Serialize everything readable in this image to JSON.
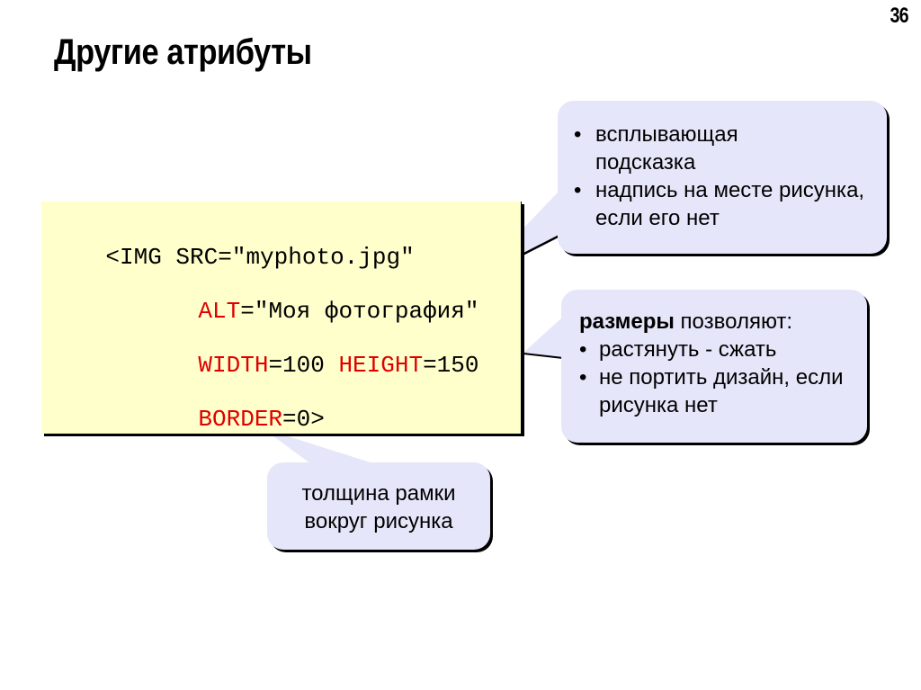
{
  "slide": {
    "number": "36",
    "title": "Другие атрибуты"
  },
  "code": {
    "line1": {
      "text": "<IMG SRC=\"myphoto.jpg\""
    },
    "line2": {
      "attr": "ALT",
      "rest": "=\"Моя фотография\""
    },
    "line3": {
      "attr1": "WIDTH",
      "rest1": "=100 ",
      "attr2": "HEIGHT",
      "rest2": "=150"
    },
    "line4": {
      "attr": "BORDER",
      "rest": "=0>"
    }
  },
  "callouts": {
    "alt": {
      "items": [
        {
          "bullet": "•",
          "text": "всплывающая подсказка"
        },
        {
          "bullet": "•",
          "text": "надпись на месте рисунка, если его нет"
        }
      ]
    },
    "size": {
      "heading_bold": "размеры",
      "heading_rest": " позволяют:",
      "items": [
        {
          "bullet": "•",
          "text": "растянуть - сжать"
        },
        {
          "bullet": "•",
          "text": "не портить дизайн, если рисунка нет"
        }
      ]
    },
    "border": {
      "line1": "толщина рамки",
      "line2": "вокруг рисунка"
    }
  },
  "colors": {
    "code_background": "#ffffcc",
    "attribute_color": "#e00000",
    "callout_background": "#e6e6fa",
    "shadow": "#000000"
  }
}
